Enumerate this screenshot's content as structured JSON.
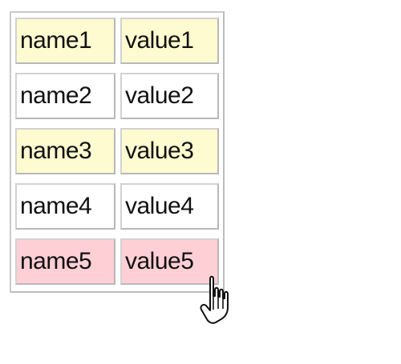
{
  "table": {
    "rows": [
      {
        "name": "name1",
        "value": "value1",
        "background": "#fffbd0"
      },
      {
        "name": "name2",
        "value": "value2",
        "background": "#ffffff"
      },
      {
        "name": "name3",
        "value": "value3",
        "background": "#fffbd0"
      },
      {
        "name": "name4",
        "value": "value4",
        "background": "#ffffff"
      },
      {
        "name": "name5",
        "value": "value5",
        "background": "#ffcfd6"
      }
    ]
  },
  "cursor": {
    "icon": "hand-pointer-icon"
  },
  "colors": {
    "highlight_yellow": "#fffbd0",
    "highlight_pink": "#ffcfd6",
    "border": "#c9c9c9"
  }
}
